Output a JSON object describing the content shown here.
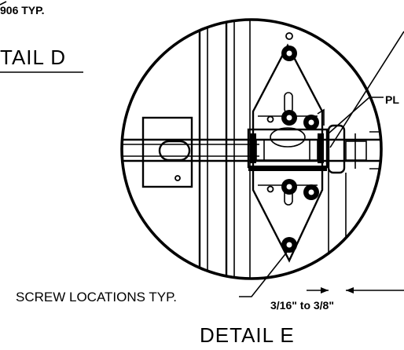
{
  "labels": {
    "top_note": "906 TYP.",
    "detail_d": "TAIL D",
    "detail_e": "DETAIL E",
    "screw_note": "SCREW LOCATIONS TYP.",
    "dimension": "3/16\" to 3/8\"",
    "callout_partial": "PL"
  }
}
